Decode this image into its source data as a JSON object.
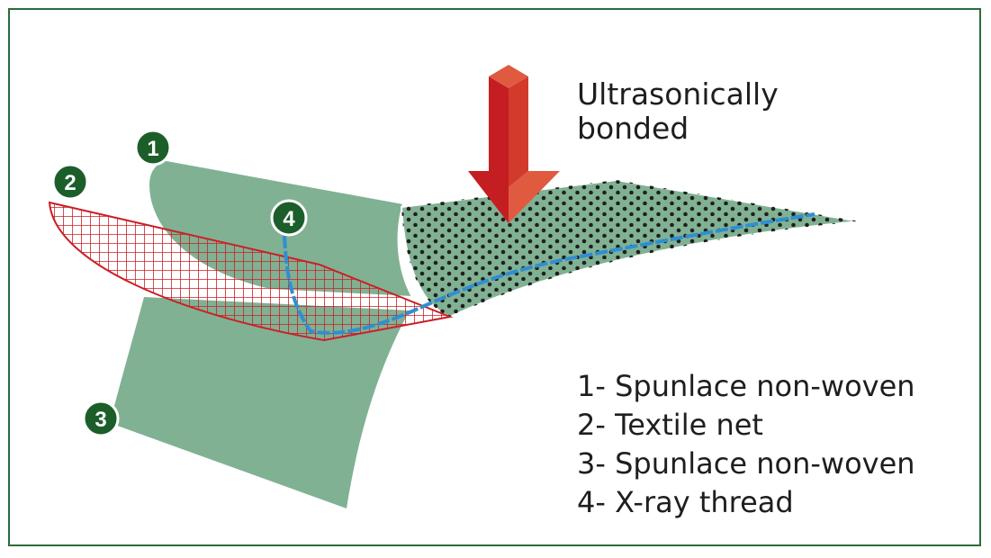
{
  "caption": {
    "line1": "Ultrasonically",
    "line2": "bonded"
  },
  "markers": [
    "1",
    "2",
    "3",
    "4"
  ],
  "legend": [
    "1- Spunlace non-woven",
    "2- Textile net",
    "3- Spunlace non-woven",
    "4- X-ray thread"
  ],
  "colors": {
    "frame": "#2e6b3a",
    "sheet": "#80b193",
    "net": "#cc1f26",
    "thread": "#2f8fd1",
    "arrow_front": "#c41e22",
    "arrow_side": "#e05a40",
    "marker_fill": "#1c5e2a"
  }
}
